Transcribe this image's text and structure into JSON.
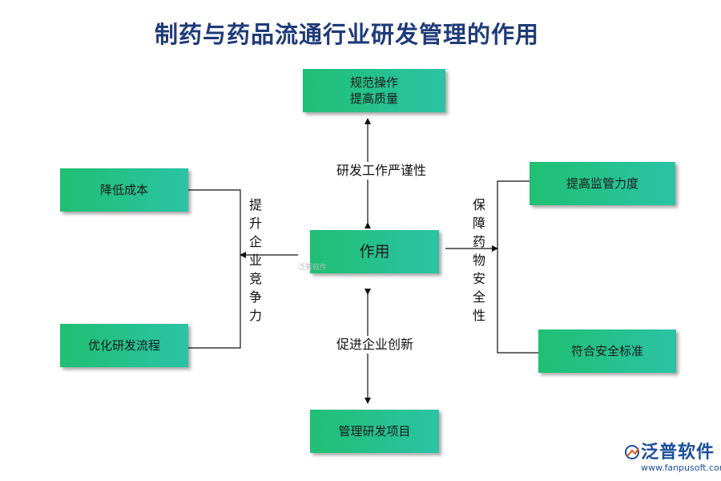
{
  "title": "制药与药品流通行业研发管理的作用",
  "boxes": {
    "top": [
      "规范操作",
      "提高质量"
    ],
    "center": "作用",
    "left_top": "降低成本",
    "left_bottom": "优化研发流程",
    "right_top": "提高监管力度",
    "right_bottom": "符合安全标准",
    "bottom": "管理研发项目"
  },
  "labels": {
    "up": "研发工作严谨性",
    "down": "促进企业创新",
    "left": [
      "提",
      "升",
      "企",
      "业",
      "竞",
      "争",
      "力"
    ],
    "right": [
      "保",
      "障",
      "药",
      "物",
      "安",
      "全",
      "性"
    ]
  },
  "watermark": "泛普软件",
  "logo": {
    "brand": "泛普软件",
    "url": "www.fanpusoft.com"
  }
}
